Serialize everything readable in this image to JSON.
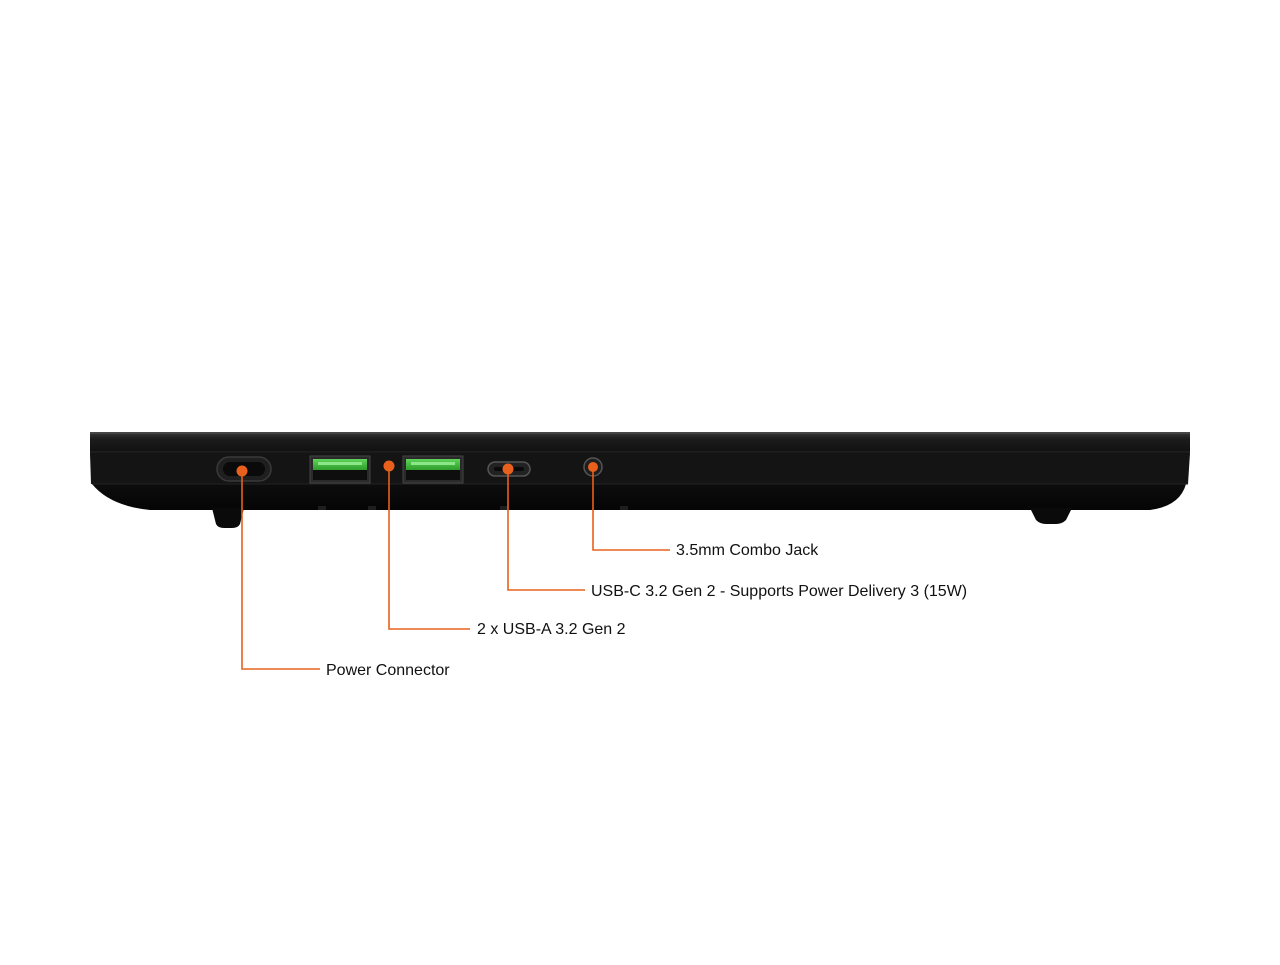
{
  "callouts": {
    "combo_jack": "3.5mm Combo Jack",
    "usb_c": "USB-C 3.2 Gen 2 - Supports Power Delivery 3 (15W)",
    "usb_a": "2 x USB-A 3.2 Gen 2",
    "power": "Power Connector"
  },
  "colors": {
    "callout_line": "#e8601c",
    "laptop_body": "#0d0d0d",
    "usb_a_insert": "#3fbf3f"
  }
}
